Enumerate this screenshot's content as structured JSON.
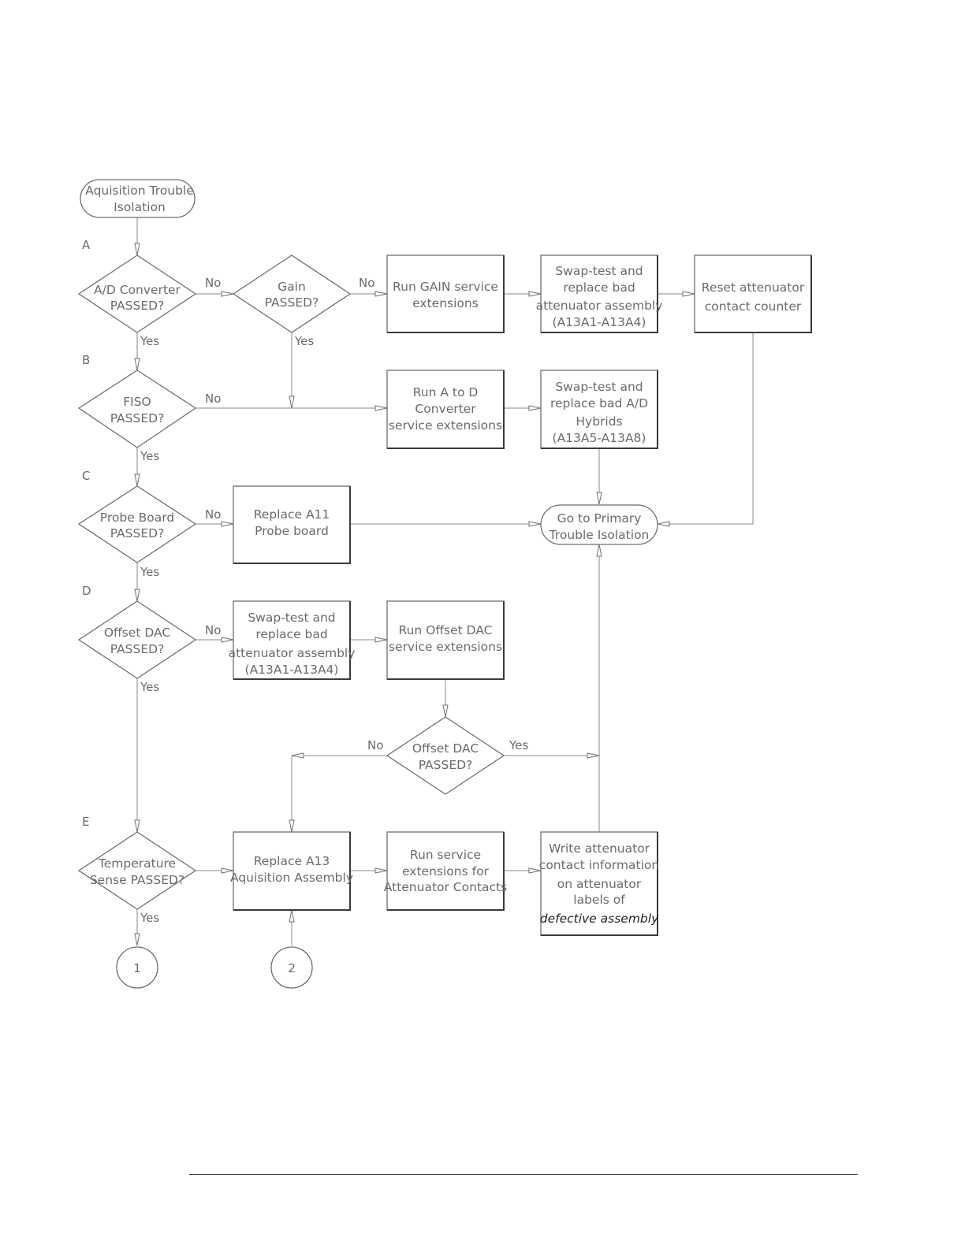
{
  "nodes": {
    "start": [
      "Aquisition Trouble",
      "Isolation"
    ],
    "ad": [
      "A/D Converter",
      "PASSED?"
    ],
    "gain": [
      "Gain",
      "PASSED?"
    ],
    "run_gain": [
      "Run GAIN service",
      "extensions"
    ],
    "swap_att1": [
      "Swap-test and",
      "replace bad",
      "attenuator assembly",
      "(A13A1-A13A4)"
    ],
    "reset": [
      "Reset attenuator",
      "contact counter"
    ],
    "fiso": [
      "FISO",
      "PASSED?"
    ],
    "run_atod": [
      "Run A to D",
      "Converter",
      "service extensions"
    ],
    "swap_hyb": [
      "Swap-test and",
      "replace bad A/D",
      "Hybrids",
      "(A13A5-A13A8)"
    ],
    "probe": [
      "Probe Board",
      "PASSED?"
    ],
    "replace_a11": [
      "Replace A11",
      "Probe board"
    ],
    "goto_primary": [
      "Go to Primary",
      "Trouble Isolation"
    ],
    "offset1": [
      "Offset DAC",
      "PASSED?"
    ],
    "swap_att2": [
      "Swap-test and",
      "replace bad",
      "attenuator assembly",
      "(A13A1-A13A4)"
    ],
    "run_offset": [
      "Run Offset DAC",
      "service extensions"
    ],
    "offset2": [
      "Offset DAC",
      "PASSED?"
    ],
    "temp": [
      "Temperature",
      "Sense PASSED?"
    ],
    "replace_a13": [
      "Replace A13",
      "Aquisition Assembly"
    ],
    "run_contacts": [
      "Run service",
      "extensions for",
      "Attenuator Contacts"
    ],
    "write_att": [
      "Write attenuator",
      "contact information",
      "on attenuator",
      "labels of",
      "defective assembly"
    ],
    "conn1": [
      "1"
    ],
    "conn2": [
      "2"
    ]
  },
  "steps": {
    "a": "A",
    "b": "B",
    "c": "C",
    "d": "D",
    "e": "E"
  },
  "edge_labels": {
    "ad_no": "No",
    "ad_yes": "Yes",
    "gain_no": "No",
    "gain_yes": "Yes",
    "fiso_no": "No",
    "fiso_yes": "Yes",
    "probe_no": "No",
    "probe_yes": "Yes",
    "offset1_no": "No",
    "offset1_yes": "Yes",
    "offset2_no": "No",
    "offset2_yes": "Yes",
    "temp_yes": "Yes"
  }
}
